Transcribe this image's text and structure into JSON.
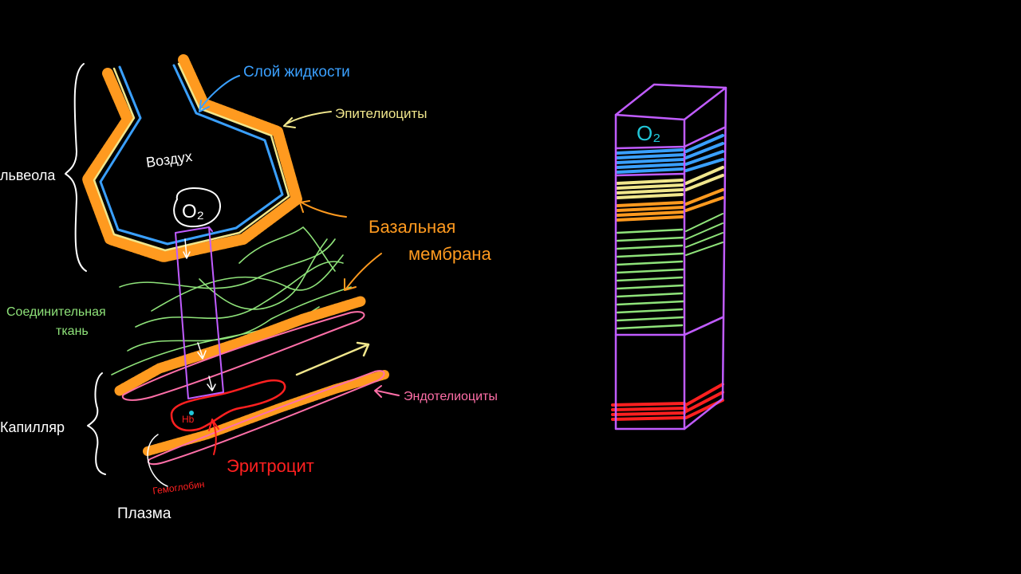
{
  "labels": {
    "fluid_layer": "Слой жидкости",
    "epithelial_cells": "Эпителиоциты",
    "air": "Воздух",
    "alveolus": "львеола",
    "oxygen_molecule": "O₂",
    "basal_membrane_line1": "Базальная",
    "basal_membrane_line2": "мембрана",
    "connective_tissue_line1": "Соединительная",
    "connective_tissue_line2": "ткань",
    "capillary": "Капилляр",
    "endothelial_cells": "Эндотелиоциты",
    "erythrocyte": "Эритроцит",
    "hemoglobin": "Гемоглобин",
    "plasma": "Плазма",
    "column_oxygen": "O₂"
  },
  "colors": {
    "background": "#000000",
    "fluid_layer": "#3aa0ff",
    "epithelial_cells": "#f0e68c",
    "basal_membrane": "#ff9a1f",
    "connective_tissue": "#8fe37a",
    "endothelial_cells": "#ff6fa8",
    "erythrocyte": "#ff2020",
    "path_column": "#c05cff",
    "outline": "#ffffff",
    "oxygen_text": "#21c7d9"
  }
}
